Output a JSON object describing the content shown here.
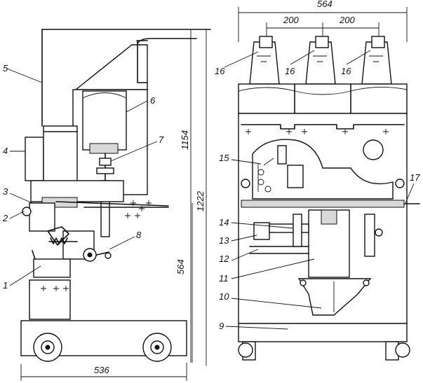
{
  "dimensions": {
    "overall_width_right": "564",
    "phase_spacing_left": "200",
    "phase_spacing_right": "200",
    "height_upper": "1154",
    "height_total": "1222",
    "height_lower": "564",
    "base_width_left": "536"
  },
  "callouts": [
    "1",
    "2",
    "3",
    "4",
    "5",
    "6",
    "7",
    "8",
    "9",
    "10",
    "11",
    "12",
    "13",
    "14",
    "15",
    "16",
    "16",
    "16",
    "17"
  ]
}
